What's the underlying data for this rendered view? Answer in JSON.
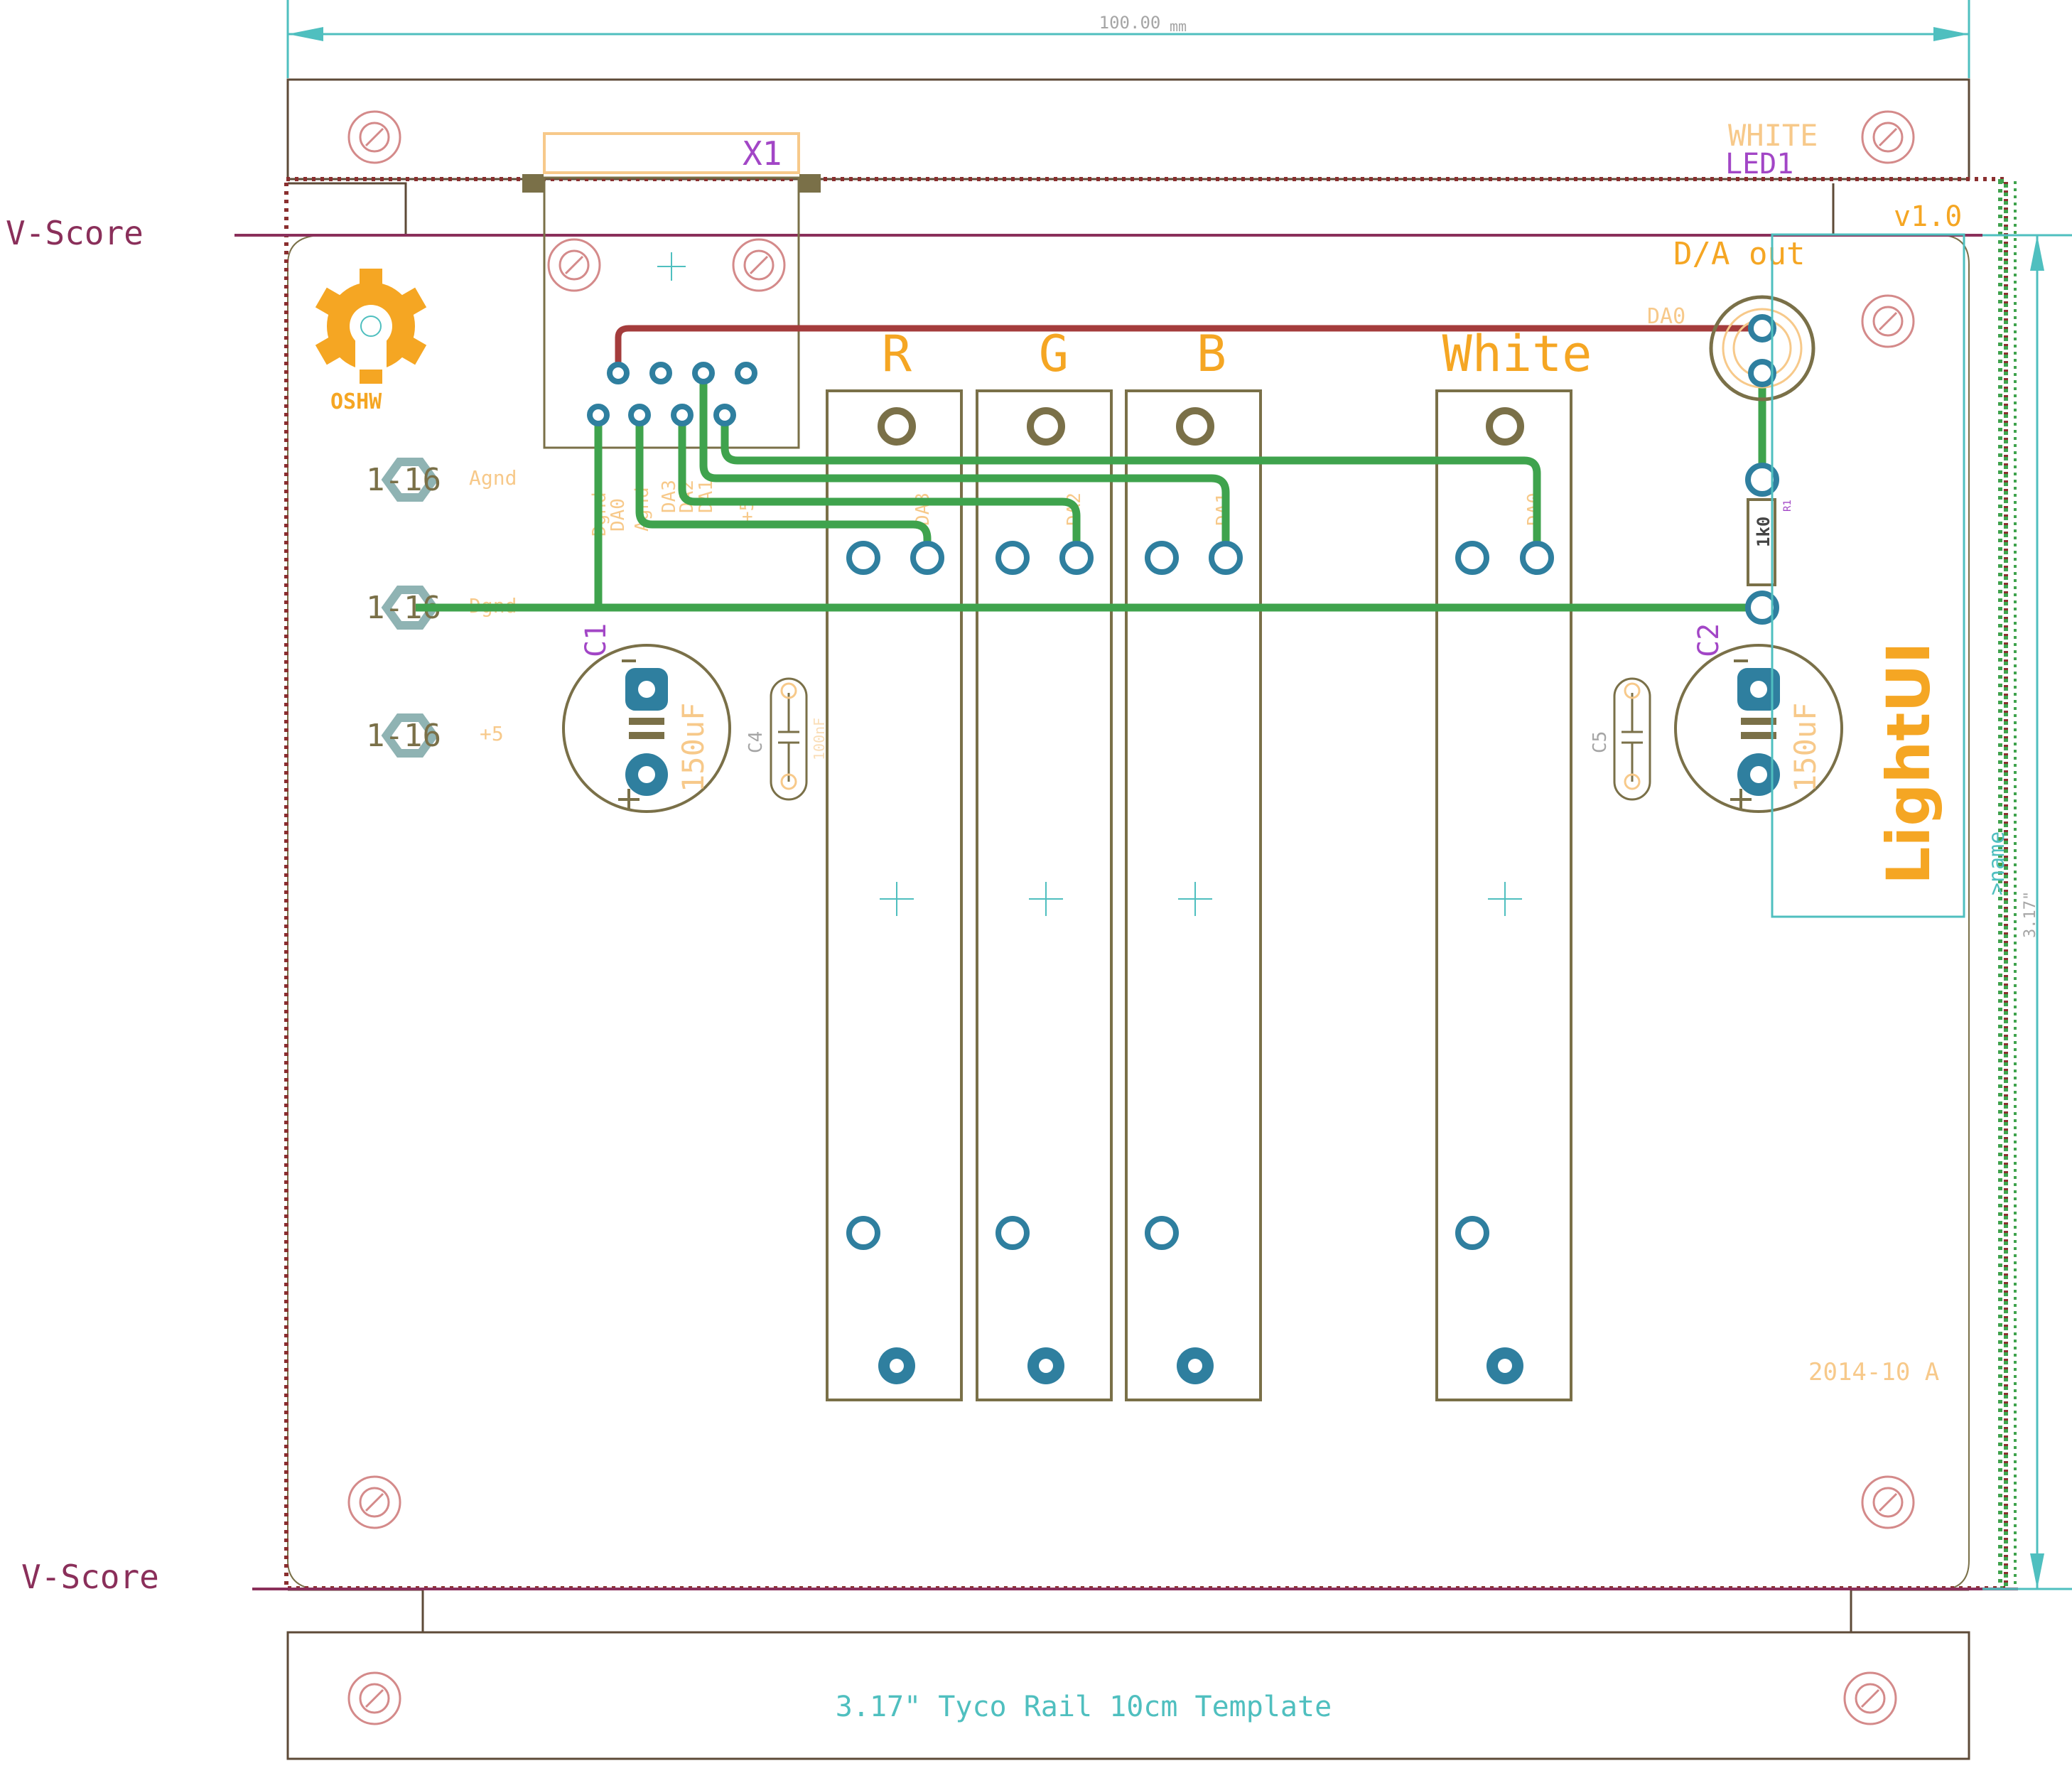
{
  "colors": {
    "outline": "#5d4a37",
    "component": "#7a7048",
    "trace_top": "#3fa34d",
    "trace_bottom": "#a43c3c",
    "dim": "#4fbfbf",
    "name": "#a246c6",
    "value": "#f5a623",
    "value_faded": "#f7c98a",
    "pad": "#2f7f9f",
    "vscore": "#8a2f5a",
    "hole": "#d48a8a",
    "bottom_silk": "#a5a5a5"
  },
  "dimensions": {
    "width_label": "100.00",
    "width_unit": "mm",
    "height_label": "3.17\""
  },
  "vscore": {
    "top_label": "V-Score",
    "bottom_label": "V-Score"
  },
  "labels": {
    "version": "v1.0",
    "da_out": "D/A out",
    "da0": "DA0",
    "oshw": "OSHW",
    "lightui": "LightUI",
    "name_placeholder": ">name",
    "date_rev": "2014-10 A",
    "template": "3.17\" Tyco Rail 10cm Template",
    "led_value": "WHITE",
    "led_name": "LED1",
    "x1": "X1",
    "c1": "C1",
    "c2": "C2",
    "c4": "C4",
    "c5": "C5",
    "cap_value": "150uF",
    "r1_value": "1k0",
    "r1_name": "R1",
    "cap_small_value": "100nF"
  },
  "channels": [
    {
      "label": "R",
      "net": "DA3"
    },
    {
      "label": "G",
      "net": "DA2"
    },
    {
      "label": "B",
      "net": "DA1"
    },
    {
      "label": "White",
      "net": "DA0"
    }
  ],
  "terminals": [
    {
      "part": "1-16",
      "net": "Agnd"
    },
    {
      "part": "1-16",
      "net": "Dgnd"
    },
    {
      "part": "1-16",
      "net": "+5"
    }
  ],
  "header_pins": [
    "Dgnd",
    "DA0",
    "Agnd",
    "DA3",
    "DA2",
    "DA1",
    "+5"
  ]
}
